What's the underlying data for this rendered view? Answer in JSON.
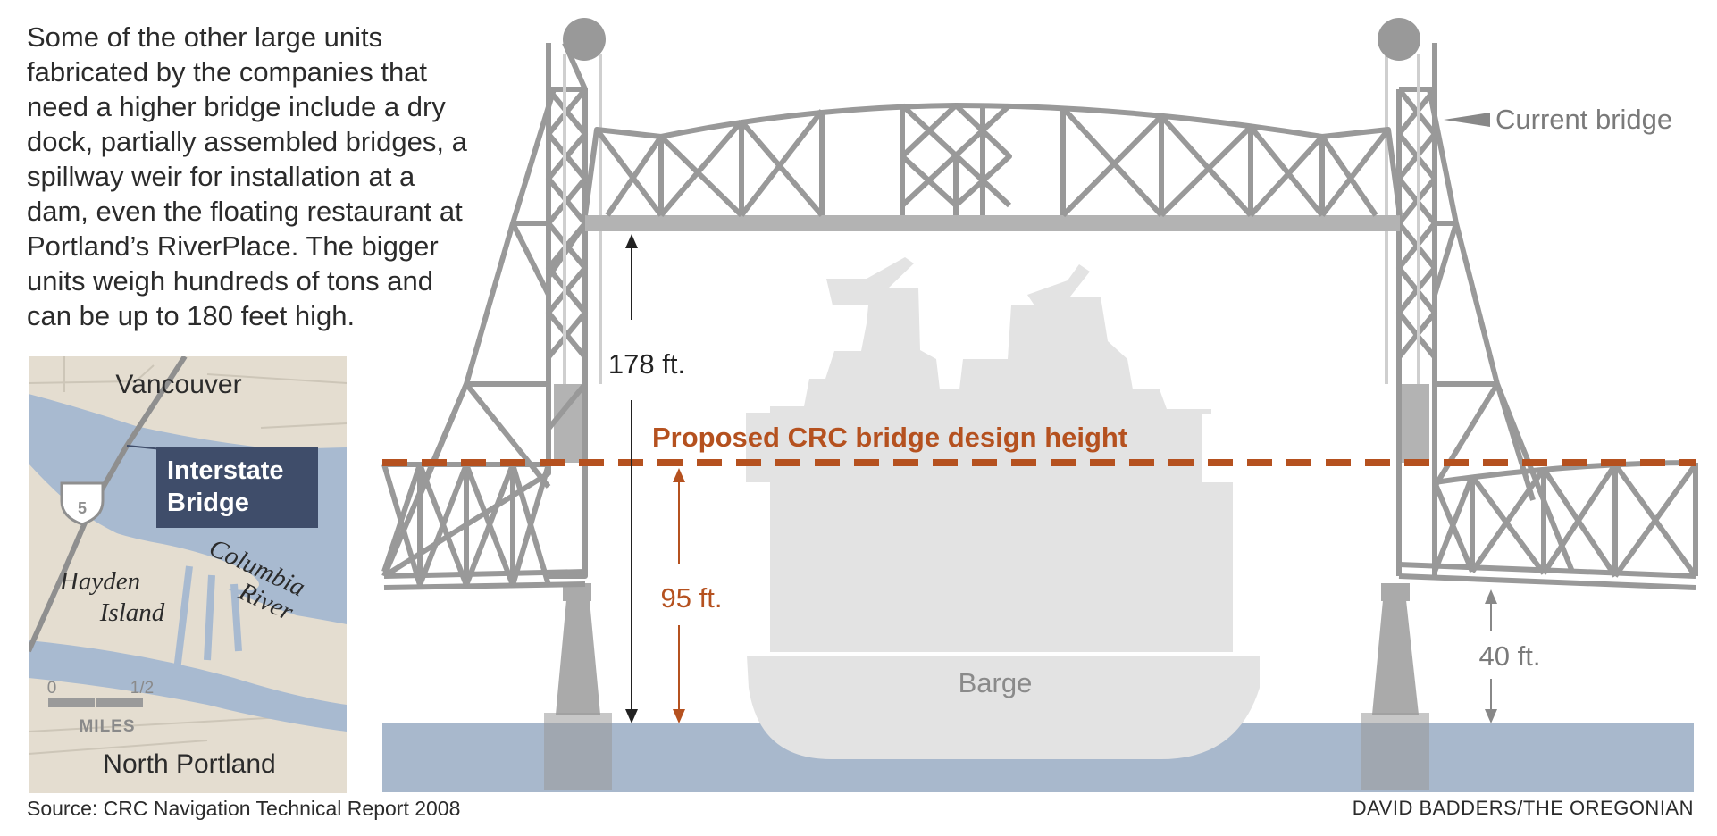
{
  "intro_lines": [
    "Some of the other large units",
    "fabricated by the companies that",
    "need a higher bridge include a dry",
    "dock, partially assembled bridges, a",
    "spillway weir for installation at a",
    "dam, even the floating restaurant at",
    "Portland’s RiverPlace. The bigger",
    "units weigh hundreds of tons and",
    "can be up to 180 feet high."
  ],
  "map": {
    "north_label": "Vancouver",
    "south_label": "North Portland",
    "bridge_label_line1": "Interstate",
    "bridge_label_line2": "Bridge",
    "island_line1": "Hayden",
    "island_line2": "Island",
    "river_line1": "Columbia",
    "river_line2": "River",
    "highway_shield": "5",
    "scale_zero": "0",
    "scale_half": "1/2",
    "scale_units": "MILES"
  },
  "diagram": {
    "current_bridge_label": "Current bridge",
    "proposed_label": "Proposed CRC bridge design height",
    "clearance_raised": "178 ft.",
    "clearance_proposed": "95 ft.",
    "clearance_lowered": "40 ft.",
    "barge_label": "Barge"
  },
  "source": "Source: CRC Navigation Technical Report 2008",
  "credit": "DAVID BADDERS/THE OREGONIAN",
  "colors": {
    "steel": "#999999",
    "proposed": "#b5511f",
    "water": "#a8b8cc",
    "ship": "#e3e3e3",
    "map_land": "#e4ddd0",
    "map_water": "#a8bad0",
    "label_box": "#3f4d6a"
  }
}
